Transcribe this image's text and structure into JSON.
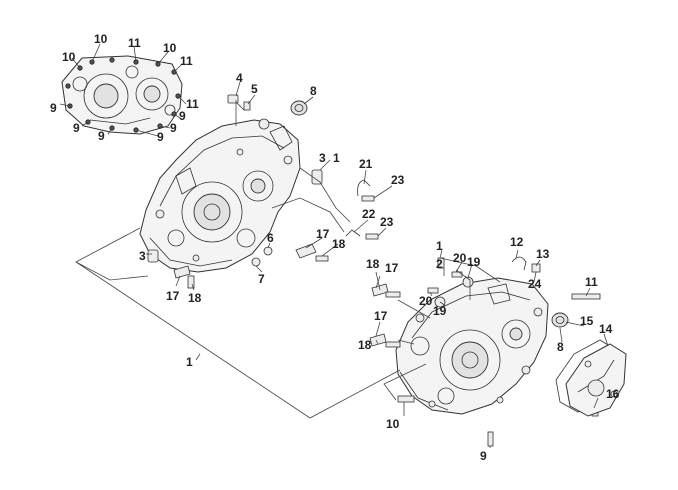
{
  "diagram": {
    "callouts": {
      "c_10a": "10",
      "c_11a": "11",
      "c_10b": "10",
      "c_10c": "10",
      "c_11b": "11",
      "c_11c": "11",
      "c_9a": "9",
      "c_9b": "9",
      "c_9c": "9",
      "c_9d": "9",
      "c_9e": "9",
      "c_9f": "9",
      "c_4": "4",
      "c_5": "5",
      "c_8a": "8",
      "c_3a": "3",
      "c_1a": "1",
      "c_21": "21",
      "c_23a": "23",
      "c_22": "22",
      "c_23b": "23",
      "c_6": "6",
      "c_7": "7",
      "c_17a": "17",
      "c_18a": "18",
      "c_3b": "3",
      "c_17b": "17",
      "c_18b": "18",
      "c_1b": "1",
      "c_2": "2",
      "c_20a": "20",
      "c_19a": "19",
      "c_12": "12",
      "c_13": "13",
      "c_24": "24",
      "c_18c": "18",
      "c_17c": "17",
      "c_20b": "20",
      "c_19b": "19",
      "c_11d": "11",
      "c_15": "15",
      "c_14": "14",
      "c_8b": "8",
      "c_17d": "17",
      "c_18d": "18",
      "c_1c": "1",
      "c_10d": "10",
      "c_16": "16",
      "c_9g": "9"
    }
  }
}
